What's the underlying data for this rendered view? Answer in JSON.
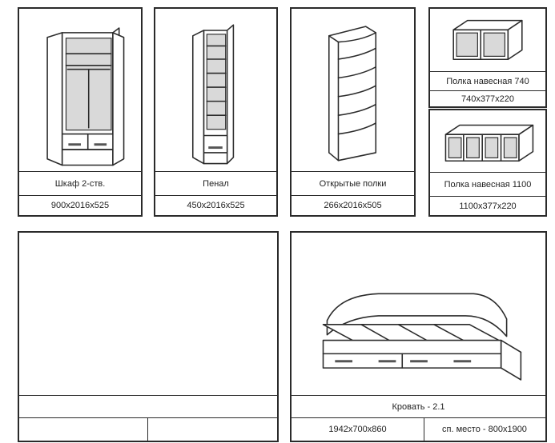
{
  "products": {
    "wardrobe": {
      "name": "Шкаф 2-ств.",
      "size": "900x2016x525"
    },
    "pencil_case": {
      "name": "Пенал",
      "size": "450x2016x525"
    },
    "open_shelves": {
      "name": "Открытые полки",
      "size": "266x2016x505"
    },
    "wall_shelf_740": {
      "name": "Полка навесная 740",
      "size": "740x377x220"
    },
    "wall_shelf_1100": {
      "name": "Полка навесная 1100",
      "size": "1100x377x220"
    },
    "bed": {
      "name": "Кровать - 2.1",
      "size": "1942x700x860",
      "sleeping_place": "сп. место - 800x1900"
    },
    "empty_card": {
      "name": "",
      "size": "",
      "size2": ""
    }
  }
}
